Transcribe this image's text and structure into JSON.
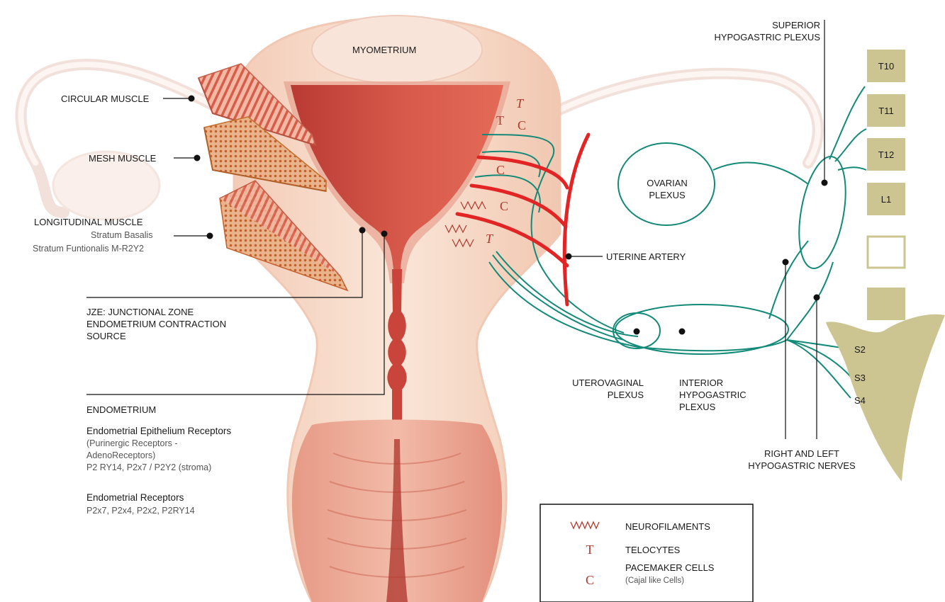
{
  "labels": {
    "myometrium": "MYOMETRIUM",
    "circular_muscle": "CIRCULAR MUSCLE",
    "mesh_muscle": "MESH MUSCLE",
    "longitudinal_muscle": "LONGITUDINAL MUSCLE",
    "stratum_basalis": "Stratum Basalis",
    "stratum_functionalis": "Stratum Funtionalis M-R2Y2",
    "jze": "JZE: JUNCTIONAL ZONE\nENDOMETRIUM CONTRACTION\nSOURCE",
    "endometrium": "ENDOMETRIUM",
    "epithelium_title": "Endometrial Epithelium Receptors",
    "epithelium_text": "(Purinergic Receptors -\nAdenoReceptors)\nP2 RY14, P2x7 / P2Y2 (stroma)",
    "receptors_title": "Endometrial Receptors",
    "receptors_text": "P2x7, P2x4, P2x2, P2RY14",
    "superior_plexus": "SUPERIOR\nHYPOGASTRIC PLEXUS",
    "ovarian_plexus": "OVARIAN\nPLEXUS",
    "uterine_artery": "UTERINE ARTERY",
    "uterovaginal_plexus": "UTEROVAGINAL\nPLEXUS",
    "interior_plexus": "INTERIOR\nHYPOGASTRIC\nPLEXUS",
    "hypogastric_nerves": "RIGHT AND LEFT\nHYPOGASTRIC NERVES"
  },
  "cell_markers": [
    "T",
    "C"
  ],
  "spine": {
    "vertebrae": [
      "T10",
      "T11",
      "T12",
      "L1",
      "",
      ""
    ],
    "sacral": [
      "S2",
      "S3",
      "S4"
    ]
  },
  "legend": {
    "items": [
      {
        "icon": "neurofilament-icon",
        "label": "NEUROFILAMENTS",
        "note": ""
      },
      {
        "icon": "telocyte-icon",
        "glyph": "T",
        "label": "TELOCYTES",
        "note": ""
      },
      {
        "icon": "pacemaker-icon",
        "glyph": "C",
        "label": "PACEMAKER CELLS",
        "note": "(Cajal like Cells)"
      }
    ]
  },
  "colors": {
    "nerve": "#138a78",
    "artery": "#e32424",
    "cavity": "#c9443a",
    "tissue": "#f6d6c4",
    "spine": "#cdc591",
    "marker": "#b03a2e"
  }
}
